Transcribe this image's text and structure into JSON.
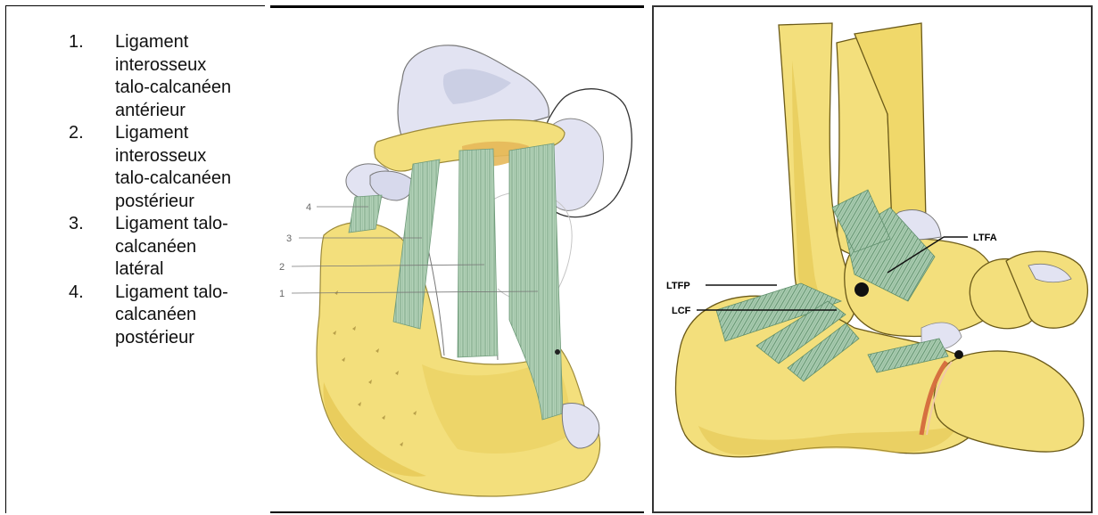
{
  "legend": {
    "items": [
      {
        "number": "1.",
        "text": "Ligament\ninterosseux\ntalo-calcanéen\nantérieur"
      },
      {
        "number": "2.",
        "text": "Ligament\ninterosseux\ntalo-calcanéen\npostérieur"
      },
      {
        "number": "3.",
        "text": "Ligament talo-\ncalcanéen\nlatéral"
      },
      {
        "number": "4.",
        "text": "Ligament talo-\ncalcanéen\npostérieur"
      }
    ]
  },
  "figure_left": {
    "callouts": [
      "4",
      "3",
      "2",
      "1"
    ]
  },
  "figure_right": {
    "labels": {
      "ltfa": "LTFA",
      "ltfp": "LTFP",
      "lcf": "LCF"
    }
  },
  "colors": {
    "bone_yellow": "#f3df7c",
    "bone_shadow": "#e2c24a",
    "cartilage_blue": "#e2e3f2",
    "ligament_green": "#a9ccb0",
    "ligament_stripe": "#6f9b7a",
    "tendon_orange": "#e8a070"
  }
}
